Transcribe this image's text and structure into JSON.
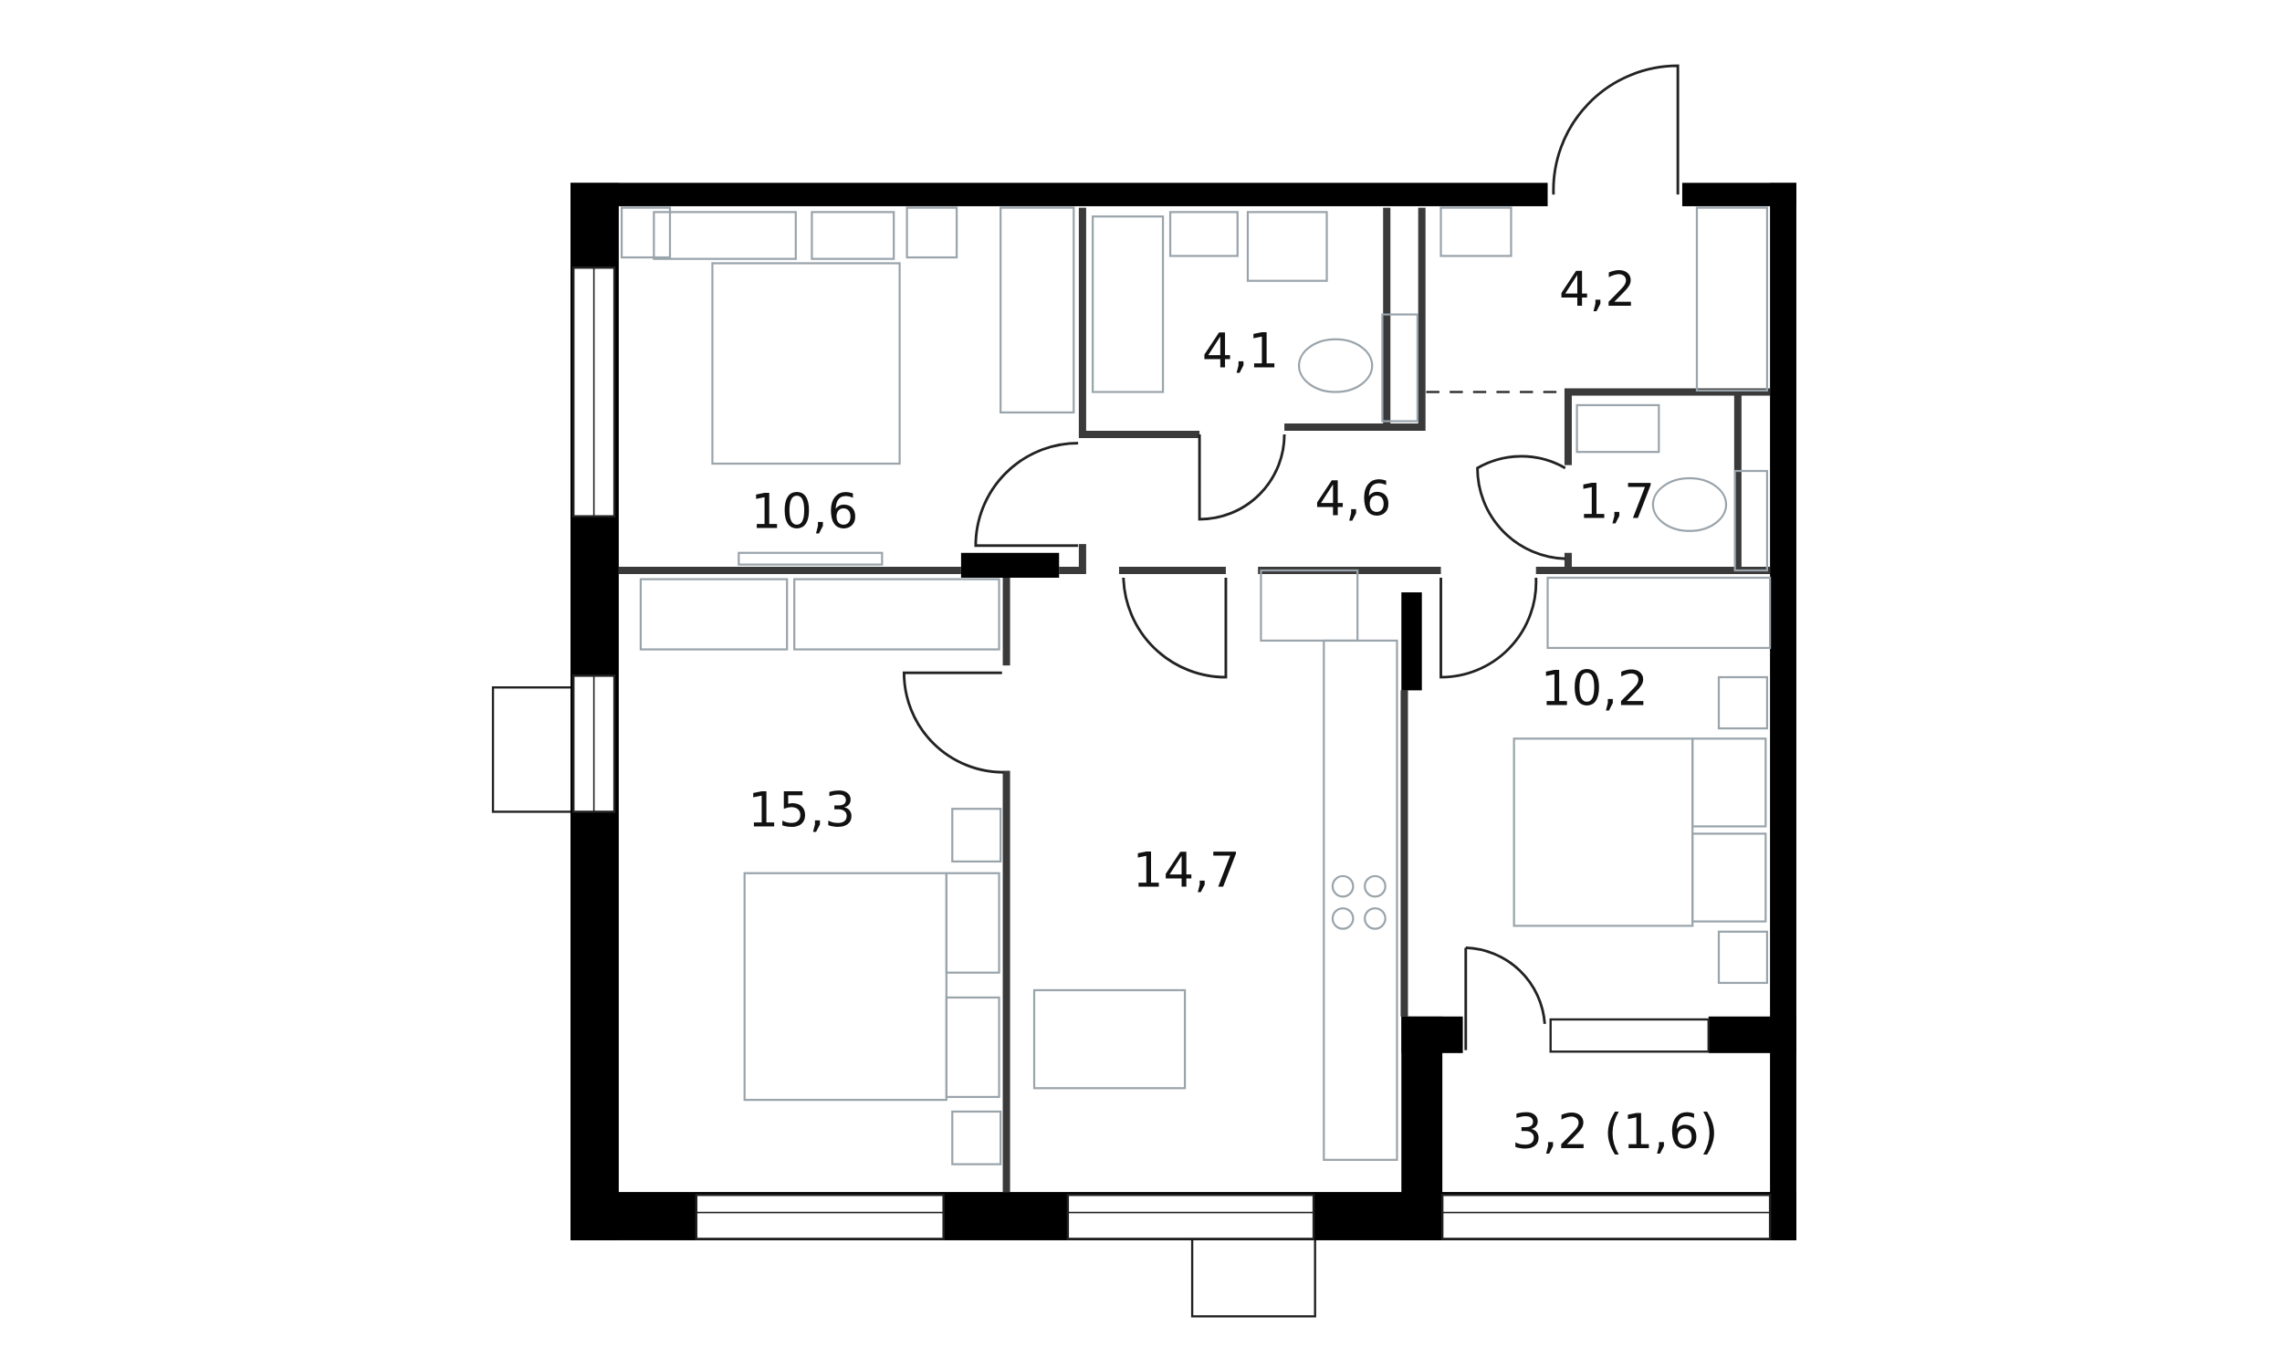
{
  "plan": {
    "rooms": [
      {
        "id": "bedroom-1",
        "area": "10,6"
      },
      {
        "id": "bathroom",
        "area": "4,1"
      },
      {
        "id": "wardrobe-entry",
        "area": "4,2"
      },
      {
        "id": "hallway",
        "area": "4,6"
      },
      {
        "id": "toilet",
        "area": "1,7"
      },
      {
        "id": "bedroom-2",
        "area": "15,3"
      },
      {
        "id": "kitchen-living",
        "area": "14,7"
      },
      {
        "id": "bedroom-3",
        "area": "10,2"
      },
      {
        "id": "balcony",
        "area": "3,2 (1,6)"
      }
    ]
  }
}
